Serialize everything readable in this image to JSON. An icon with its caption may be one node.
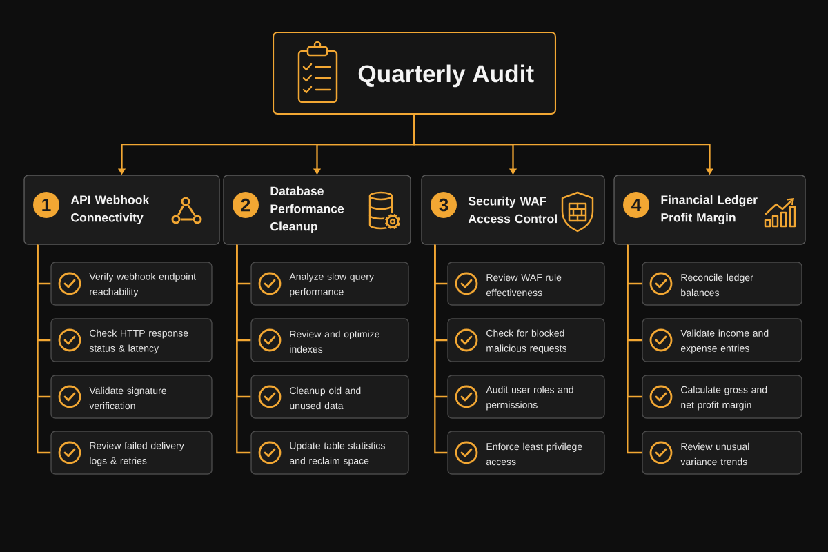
{
  "diagram": {
    "nodes": [
      {
        "text": [
          "Quarterly Audit"
        ]
      },
      {
        "text": [
          "API Webhook Connectivity"
        ]
      },
      {
        "text": [
          "1"
        ],
        "in": 1
      },
      {
        "text": [
          "Verify webhook endpoint reachability"
        ]
      },
      {
        "text": [
          "Check HTTP response status & latency"
        ]
      },
      {
        "text": [
          "Validate signature verification"
        ]
      },
      {
        "text": [
          "Review failed delivery logs & retries"
        ]
      },
      {
        "text": [
          "Database Performance Cleanup"
        ]
      },
      {
        "text": [
          "2"
        ],
        "in": 7
      },
      {
        "text": [
          "Analyze slow query performance"
        ]
      },
      {
        "text": [
          "Review and optimize indexes"
        ]
      },
      {
        "text": [
          "Cleanup old and unused data"
        ]
      },
      {
        "text": [
          "Update table statistics and reclaim space"
        ]
      },
      {
        "text": [
          "Security WAF Access Control"
        ]
      },
      {
        "text": [
          "3"
        ],
        "in": 13
      },
      {
        "text": [
          "Review WAF rule effectiveness"
        ]
      },
      {
        "text": [
          "Check for blocked malicious requests"
        ]
      },
      {
        "text": [
          "Audit user roles and permissions"
        ]
      },
      {
        "text": [
          "Enforce least privilege access"
        ]
      },
      {
        "text": [
          "Financial Ledger Profit Margin"
        ]
      },
      {
        "text": [
          "4"
        ],
        "in": 19
      },
      {
        "text": [
          "Reconcile ledger balances"
        ]
      },
      {
        "text": [
          "Validate income and expense entries"
        ]
      },
      {
        "text": [
          "Calculate gross and net profit margin"
        ]
      },
      {
        "text": [
          "Review unusual variance trends"
        ]
      }
    ],
    "edges": [
      {
        "from": 0,
        "to": 1,
        "arrow": "to"
      },
      {
        "from": 0,
        "to": 7,
        "arrow": "to"
      },
      {
        "from": 0,
        "to": 13,
        "arrow": "to"
      },
      {
        "from": 0,
        "to": 19,
        "arrow": "to"
      },
      {
        "from": 1,
        "to": 3,
        "arrow": "none"
      },
      {
        "from": 1,
        "to": 4,
        "arrow": "none"
      },
      {
        "from": 1,
        "to": 5,
        "arrow": "none"
      },
      {
        "from": 1,
        "to": 6,
        "arrow": "none"
      },
      {
        "from": 7,
        "to": 9,
        "arrow": "none"
      },
      {
        "from": 7,
        "to": 10,
        "arrow": "none"
      },
      {
        "from": 7,
        "to": 11,
        "arrow": "none"
      },
      {
        "from": 7,
        "to": 12,
        "arrow": "none"
      },
      {
        "from": 13,
        "to": 15,
        "arrow": "none"
      },
      {
        "from": 13,
        "to": 16,
        "arrow": "none"
      },
      {
        "from": 13,
        "to": 17,
        "arrow": "none"
      },
      {
        "from": 13,
        "to": 18,
        "arrow": "none"
      },
      {
        "from": 19,
        "to": 21,
        "arrow": "none"
      },
      {
        "from": 19,
        "to": 22,
        "arrow": "none"
      },
      {
        "from": 19,
        "to": 23,
        "arrow": "none"
      },
      {
        "from": 19,
        "to": 24,
        "arrow": "none"
      }
    ]
  }
}
